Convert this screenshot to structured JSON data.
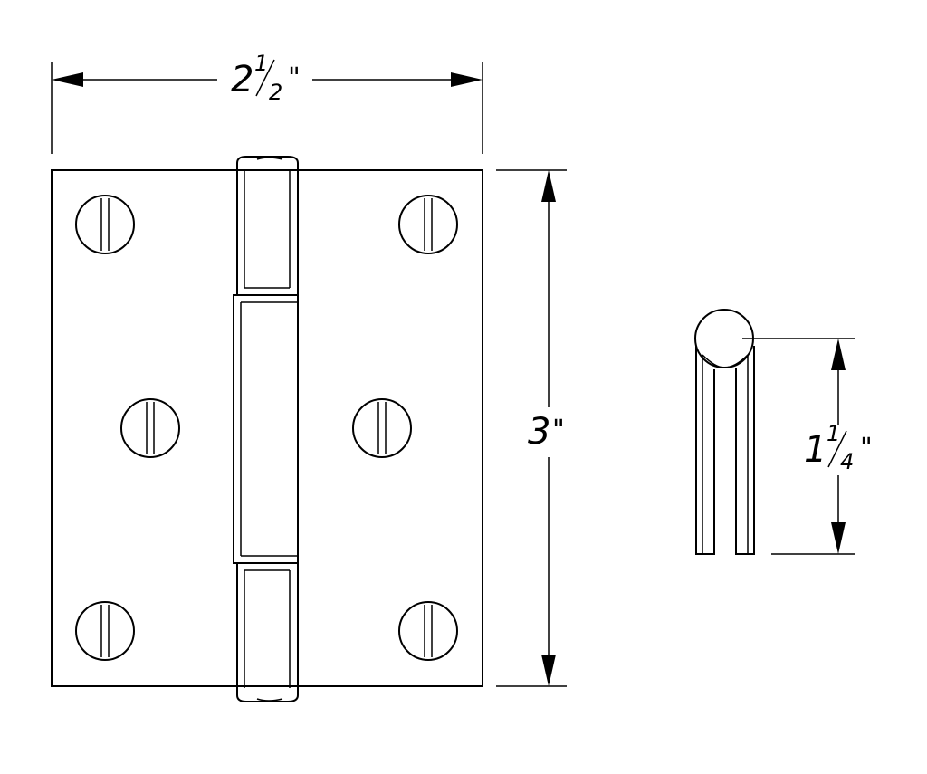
{
  "dimensions": {
    "width": {
      "whole": "2",
      "numerator": "1",
      "denominator": "2",
      "unit": "\""
    },
    "height": {
      "whole": "3",
      "unit": "\""
    },
    "pin_height": {
      "whole": "1",
      "numerator": "1",
      "denominator": "4",
      "unit": "\""
    }
  },
  "hinge": {
    "screw_holes_per_leaf": 3,
    "leaves": 2,
    "knuckles": 3
  }
}
